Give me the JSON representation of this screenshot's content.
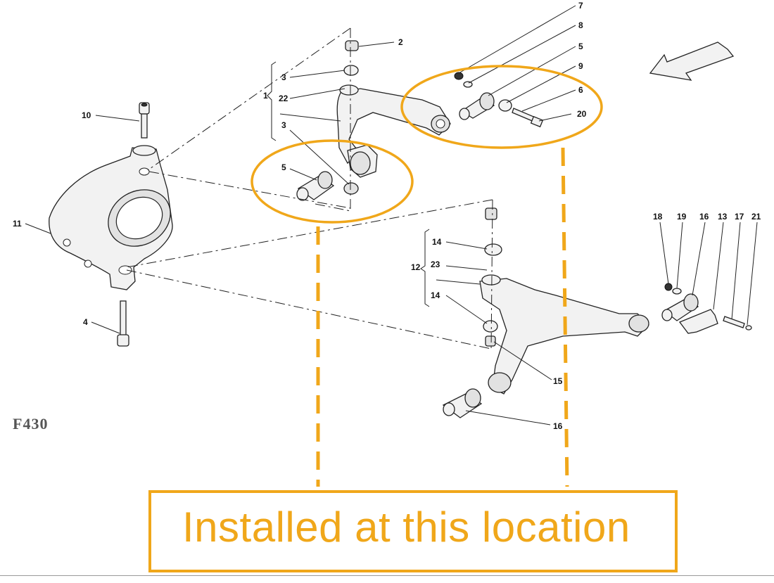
{
  "diagram": {
    "part_labels": {
      "p7": "7",
      "p8": "8",
      "p5a": "5",
      "p9": "9",
      "p6": "6",
      "p20": "20",
      "p2": "2",
      "p3a": "3",
      "p1": "1",
      "p22": "22",
      "p3b": "3",
      "p5b": "5",
      "p10": "10",
      "p11": "11",
      "p4": "4",
      "p14a": "14",
      "p12": "12",
      "p23": "23",
      "p14b": "14",
      "p15": "15",
      "p16b": "16",
      "p18": "18",
      "p19": "19",
      "p16a": "16",
      "p13": "13",
      "p17": "17",
      "p21": "21"
    },
    "brand": "F430",
    "caption": "Installed at this location",
    "colors": {
      "highlight": "#f0a71a",
      "line": "#222222"
    }
  }
}
